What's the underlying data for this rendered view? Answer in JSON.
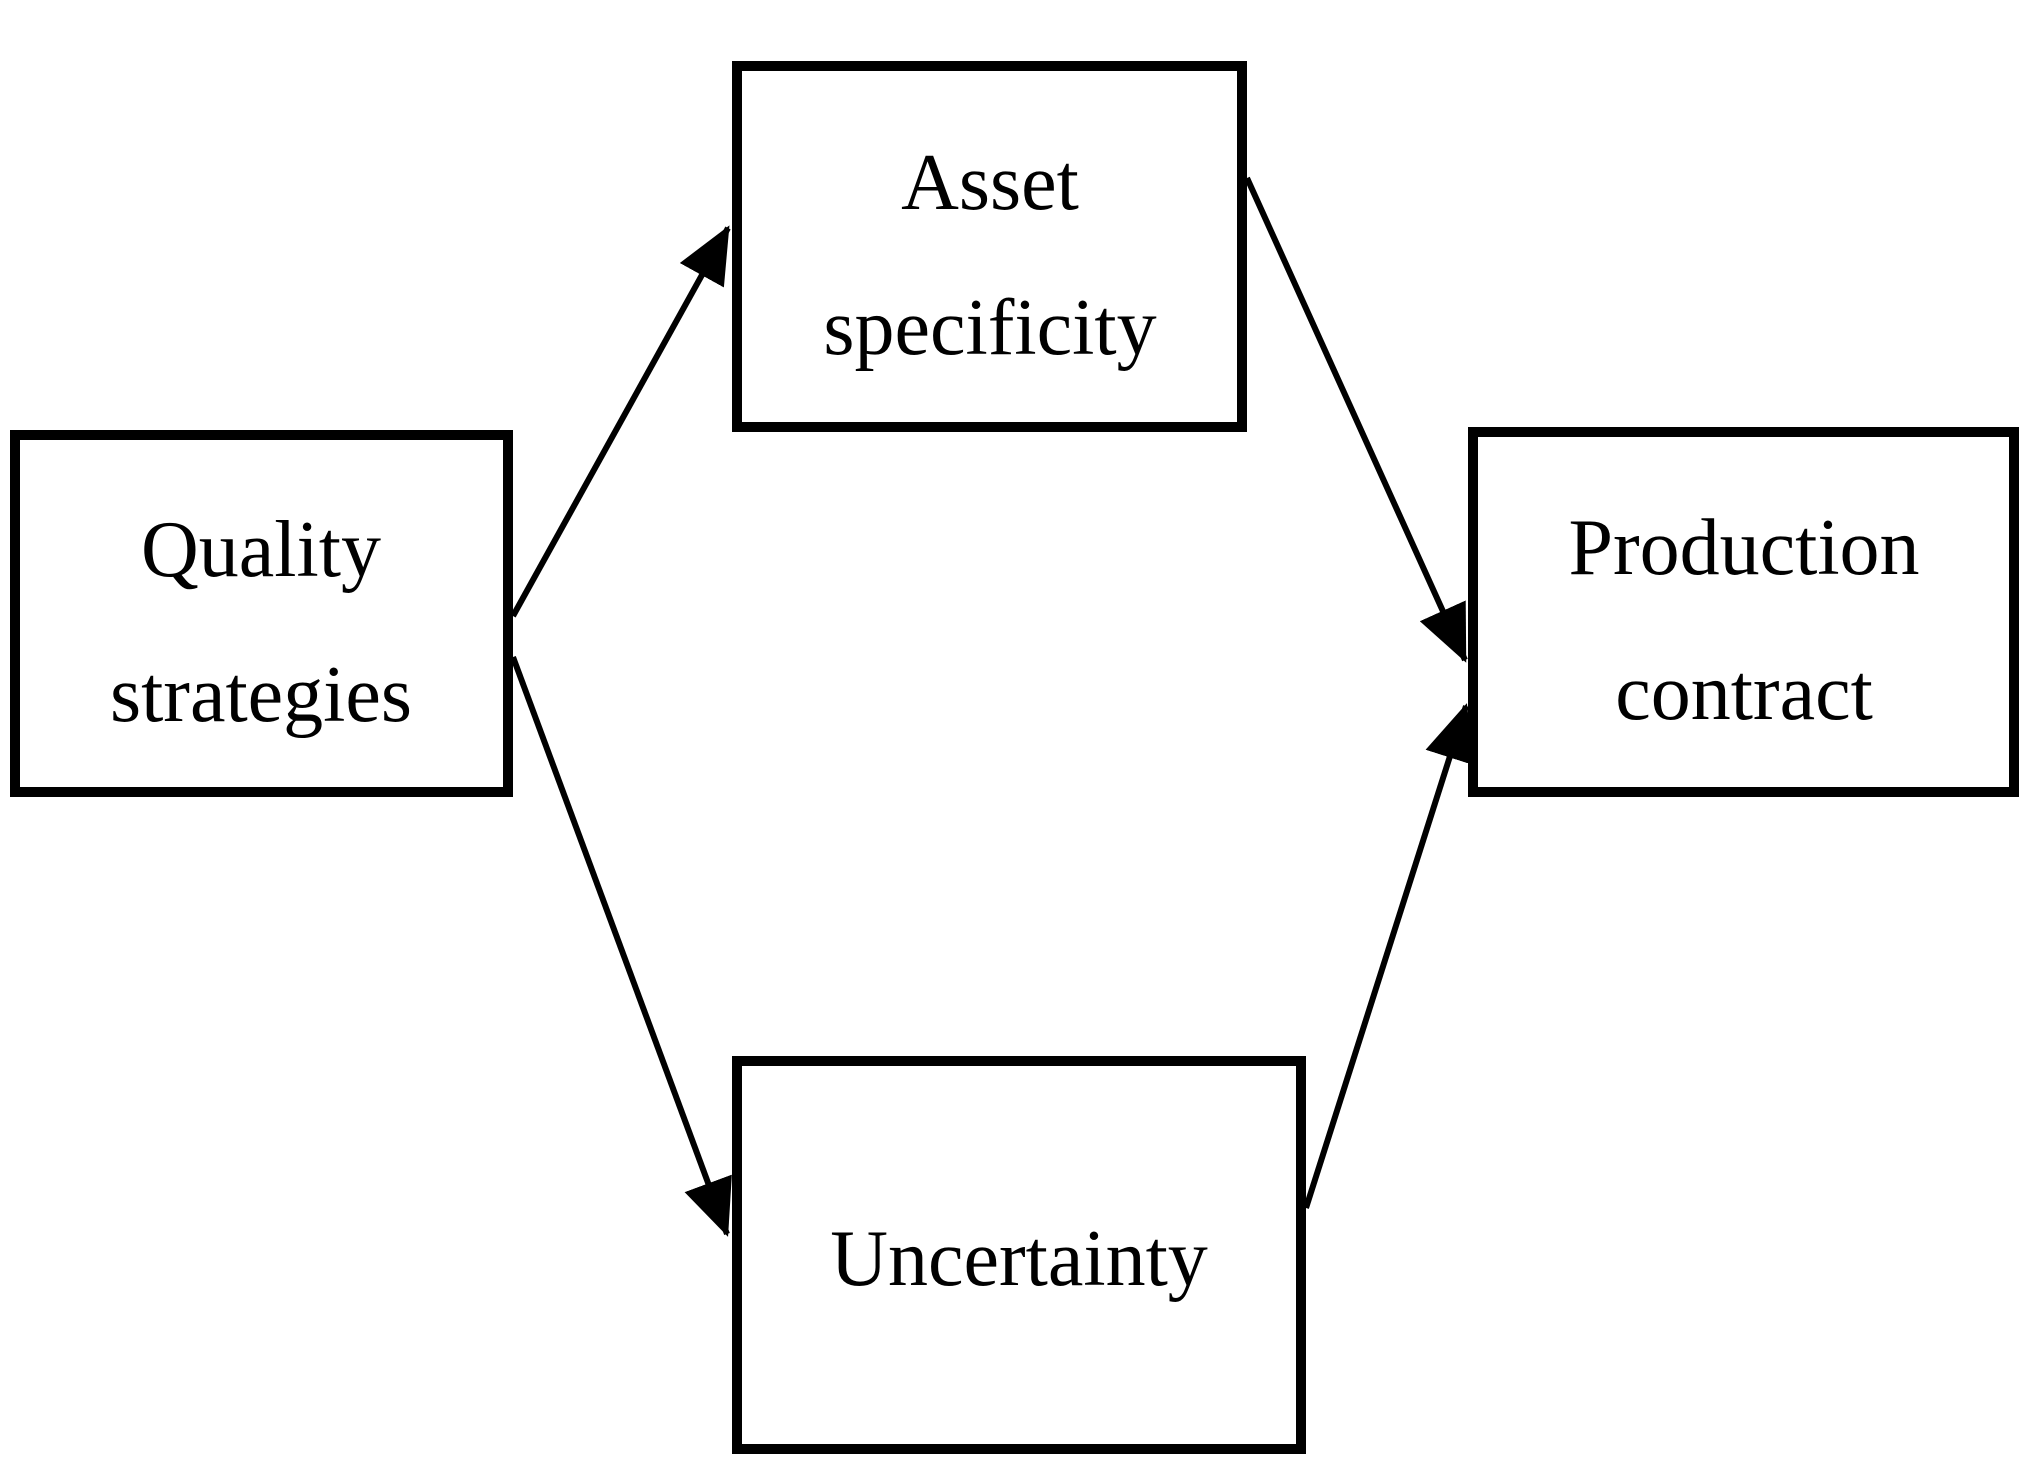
{
  "figure": {
    "type": "concept-diagram",
    "background_color": "#ffffff",
    "line_color": "#000000",
    "text_color": "#000000",
    "nodes": [
      {
        "id": "quality-strategies",
        "lines": [
          "Quality",
          "strategies"
        ]
      },
      {
        "id": "asset-specificity",
        "lines": [
          "Asset",
          "specificity"
        ]
      },
      {
        "id": "uncertainty",
        "lines": [
          "Uncertainty"
        ]
      },
      {
        "id": "production-contract",
        "lines": [
          "Production",
          "contract"
        ]
      }
    ],
    "edges": [
      {
        "from": "quality-strategies",
        "to": "asset-specificity"
      },
      {
        "from": "quality-strategies",
        "to": "uncertainty"
      },
      {
        "from": "asset-specificity",
        "to": "production-contract"
      },
      {
        "from": "uncertainty",
        "to": "production-contract"
      }
    ]
  }
}
